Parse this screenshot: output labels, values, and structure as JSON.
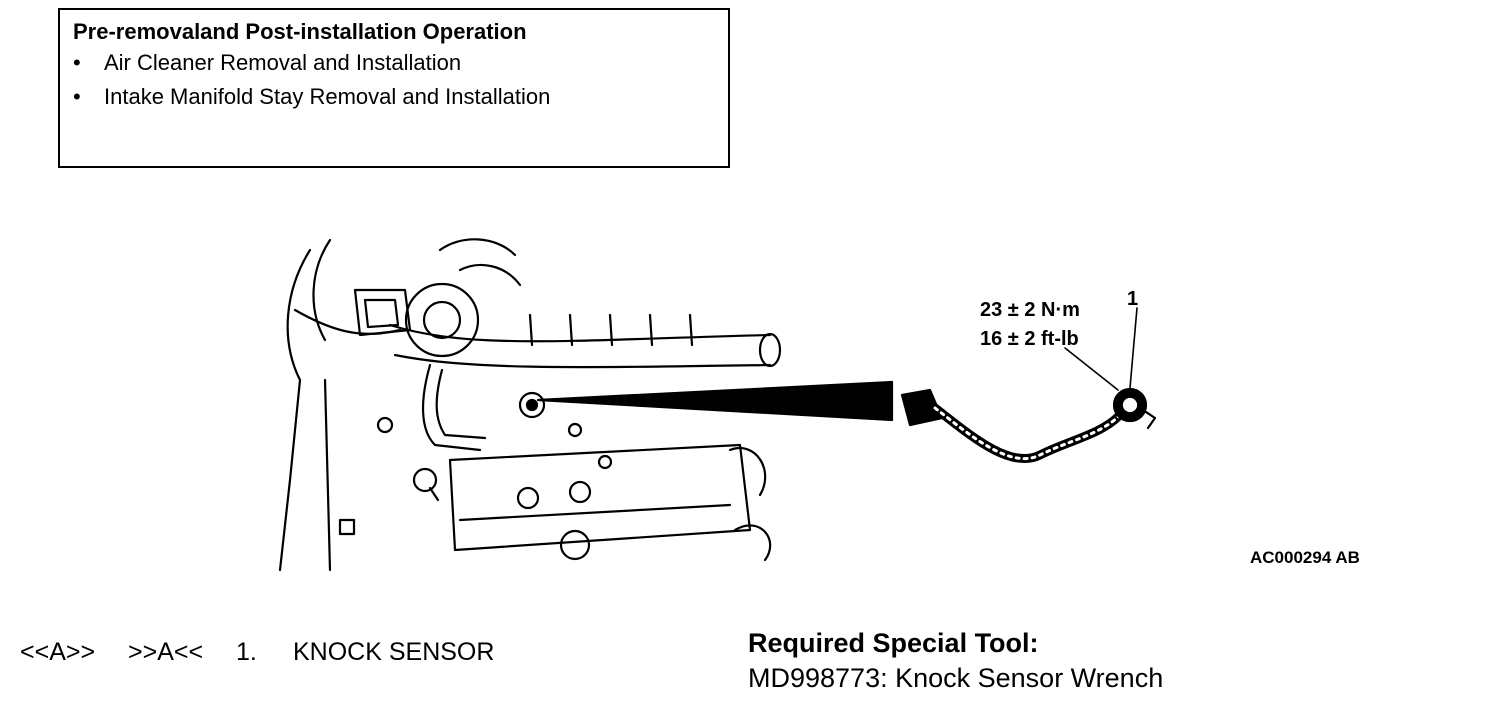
{
  "pre_operation": {
    "title": "Pre-removaland Post-installation Operation",
    "bullet_glyph": "•",
    "items": [
      "Air Cleaner Removal and Installation",
      "Intake Manifold Stay Removal and Installation"
    ]
  },
  "figure": {
    "torque_nm": "23 ± 2 N·m",
    "torque_ftlb": "16 ± 2 ft-lb",
    "callout_number": "1",
    "figure_code": "AC000294 AB"
  },
  "legend": {
    "removal_mark": "<<A>>",
    "install_mark": ">>A<<",
    "item_number": "1.",
    "item_name": "KNOCK SENSOR"
  },
  "special_tool": {
    "title": "Required Special Tool:",
    "item": "MD998773: Knock Sensor Wrench"
  }
}
